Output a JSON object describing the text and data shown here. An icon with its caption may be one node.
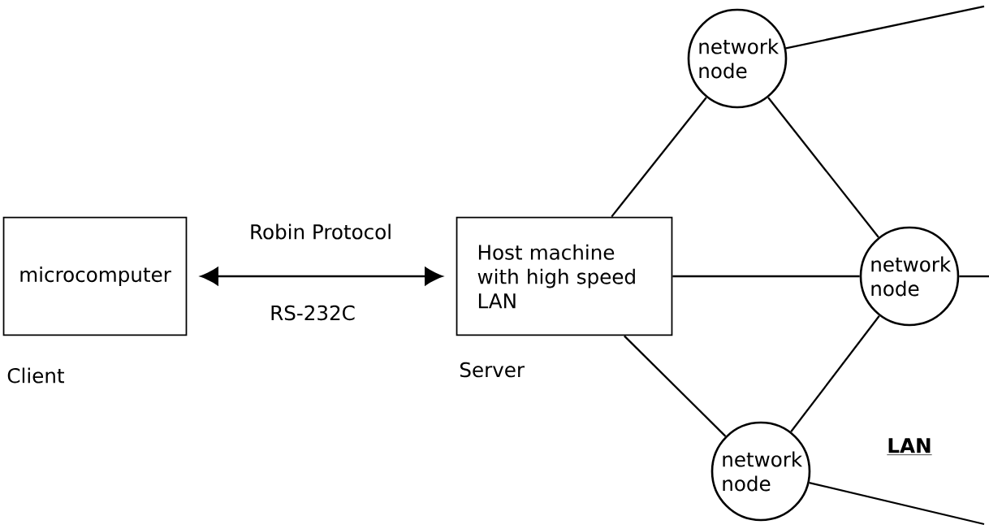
{
  "diagram": {
    "nodes": [
      {
        "text": [
          "microcomputer"
        ],
        "beside": [
          "Client"
        ]
      },
      {
        "text": [
          "Host machine with high speed LAN"
        ],
        "beside": [
          "Server"
        ]
      },
      {
        "text": [
          "network node"
        ]
      },
      {
        "text": [
          "network node"
        ]
      },
      {
        "text": [
          "network node"
        ]
      }
    ],
    "edges": [
      {
        "from": 0,
        "to": 1,
        "arrow": "both",
        "label": "Robin Protocol"
      },
      {
        "from": 1,
        "to": 2,
        "arrow": "none"
      },
      {
        "from": 1,
        "to": 3,
        "arrow": "none"
      },
      {
        "from": 1,
        "to": 4,
        "arrow": "none"
      },
      {
        "from": 2,
        "to": 3,
        "arrow": "none"
      },
      {
        "from": 3,
        "to": 4,
        "arrow": "none"
      },
      {
        "from": 2,
        "to": null,
        "arrow": "none"
      },
      {
        "from": 3,
        "to": null,
        "arrow": "none"
      },
      {
        "from": 4,
        "to": null,
        "arrow": "none"
      }
    ],
    "labels": [
      "RS-232C",
      "LAN"
    ]
  }
}
